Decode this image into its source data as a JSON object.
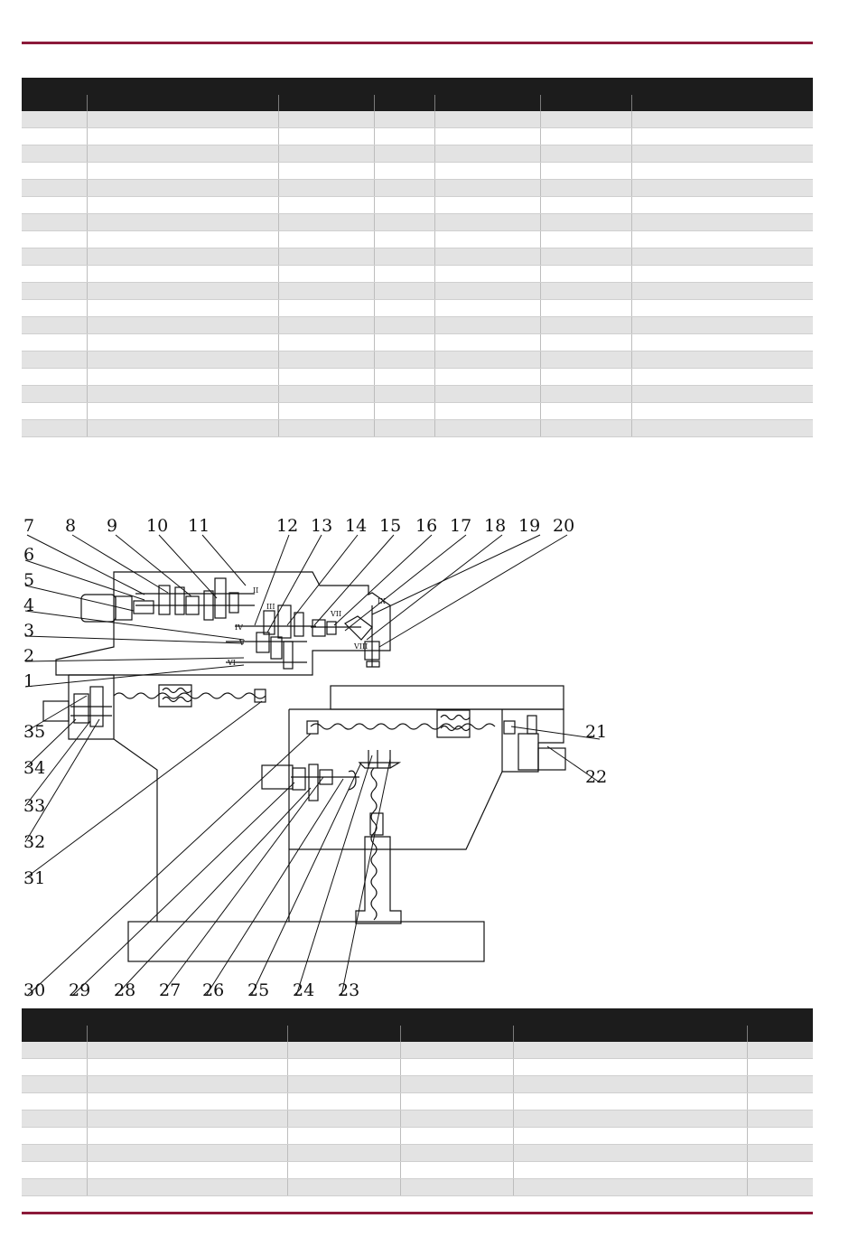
{
  "page": {
    "accent_color": "#8c1a3a",
    "header_band_color": "#1c1c1c",
    "row_stripe_color": "#e3e3e3"
  },
  "table_top": {
    "columns": 7,
    "rows": 19
  },
  "diagram": {
    "callouts_top": [
      "7",
      "8",
      "9",
      "10",
      "11",
      "12",
      "13",
      "14",
      "15",
      "16",
      "17",
      "18",
      "19",
      "20"
    ],
    "callouts_left": [
      "6",
      "5",
      "4",
      "3",
      "2",
      "1",
      "35",
      "34",
      "33",
      "32",
      "31"
    ],
    "callouts_right": [
      "21",
      "22"
    ],
    "callouts_bottom": [
      "30",
      "29",
      "28",
      "27",
      "26",
      "25",
      "24",
      "23"
    ],
    "shaft_marks": [
      "II",
      "III",
      "IV",
      "V",
      "VI",
      "VII",
      "VIII",
      "IX"
    ]
  },
  "table_bottom": {
    "columns": 6,
    "rows": 9
  }
}
